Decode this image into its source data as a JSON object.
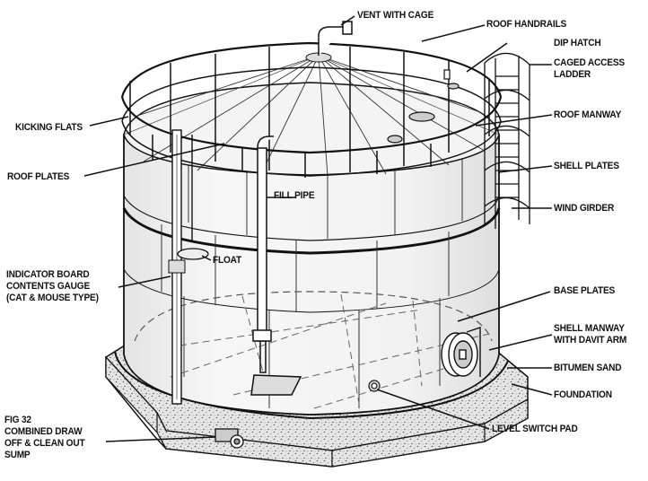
{
  "diagram": {
    "labels": {
      "vent": "VENT WITH CAGE",
      "roof_handrails": "ROOF HANDRAILS",
      "dip_hatch": "DIP HATCH",
      "caged_ladder": [
        "CAGED ACCESS",
        "LADDER"
      ],
      "kicking_flats": "KICKING FLATS",
      "roof_manway": "ROOF MANWAY",
      "roof_plates": "ROOF PLATES",
      "shell_plates": "SHELL PLATES",
      "fill_pipe": "FILL PIPE",
      "wind_girder": "WIND GIRDER",
      "float": "FLOAT",
      "indicator": [
        "INDICATOR BOARD",
        "CONTENTS GAUGE",
        "(CAT & MOUSE TYPE)"
      ],
      "base_plates": "BASE PLATES",
      "shell_manway": [
        "SHELL MANWAY",
        "WITH DAVIT ARM"
      ],
      "bitumen_sand": "BITUMEN SAND",
      "foundation": "FOUNDATION",
      "fig": [
        "FIG 32",
        "COMBINED DRAW",
        "OFF & CLEAN OUT",
        "SUMP"
      ],
      "level_switch": "LEVEL SWITCH PAD"
    },
    "colors": {
      "ink": "#111111",
      "shell": "#f2f2f2",
      "shadow": "#cfcfcf",
      "concrete": "#d9d9d9"
    }
  }
}
